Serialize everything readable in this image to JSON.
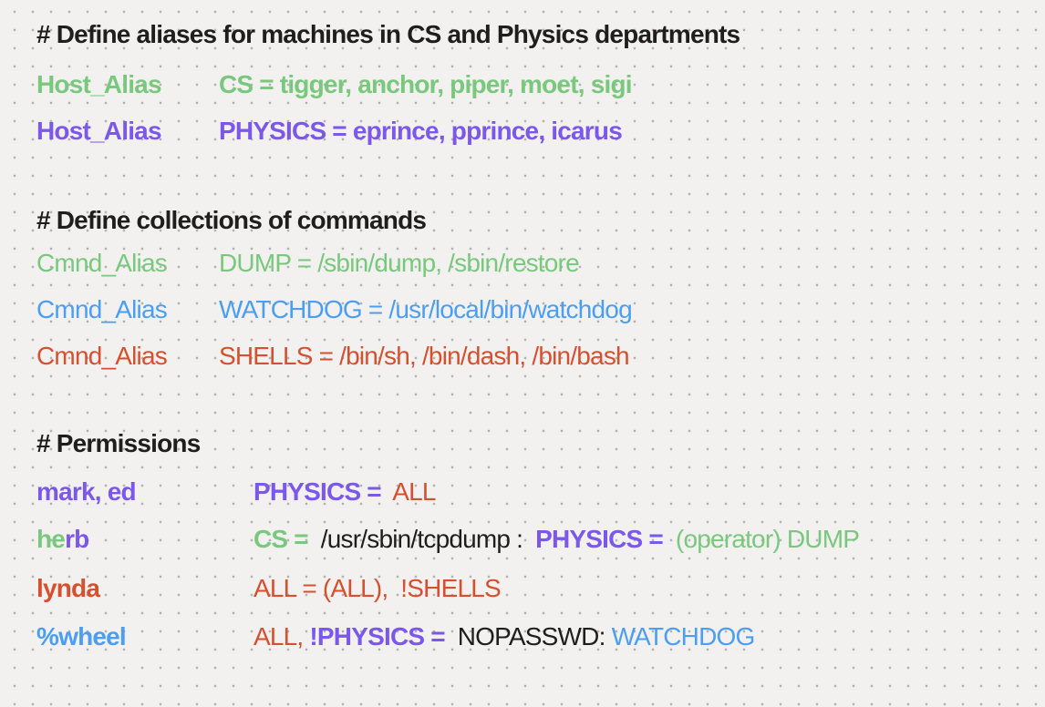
{
  "palette": {
    "black": "#1e1e1e",
    "green": "#79c87d",
    "purple": "#7b58e9",
    "blue": "#4b9ef2",
    "red": "#d5502f",
    "background": "#f2f1ef",
    "dot": "#b3b3b3"
  },
  "sections": {
    "host_aliases": {
      "comment": "# Define aliases for machines in CS and Physics departments",
      "rows": [
        {
          "label": "Host_Alias",
          "value": "CS = tigger, anchor, piper, moet, sigi",
          "color": "green"
        },
        {
          "label": "Host_Alias",
          "value": "PHYSICS = eprince, pprince, icarus",
          "color": "purple"
        }
      ]
    },
    "cmnd_aliases": {
      "comment": "# Define collections of commands",
      "rows": [
        {
          "label": "Cmnd_Alias",
          "value": "DUMP = /sbin/dump, /sbin/restore",
          "color": "green"
        },
        {
          "label": "Cmnd_Alias",
          "value": "WATCHDOG = /usr/local/bin/watchdog",
          "color": "blue"
        },
        {
          "label": "Cmnd_Alias",
          "value": "SHELLS = /bin/sh, /bin/dash, /bin/bash",
          "color": "red"
        }
      ]
    },
    "permissions": {
      "comment": "# Permissions",
      "rows": [
        {
          "label": [
            {
              "text": "mark, ed",
              "color": "purple"
            }
          ],
          "value": [
            {
              "text": "PHYSICS = ",
              "color": "purple"
            },
            {
              "text": " ALL",
              "color": "red"
            }
          ]
        },
        {
          "label": [
            {
              "text": "he",
              "color": "green"
            },
            {
              "text": "rb",
              "color": "purple"
            }
          ],
          "value": [
            {
              "text": "CS = ",
              "color": "green"
            },
            {
              "text": " /usr/sbin/tcpdump :  ",
              "color": "black"
            },
            {
              "text": "PHYSICS = ",
              "color": "purple"
            },
            {
              "text": " (operator) DUMP",
              "color": "green"
            }
          ]
        },
        {
          "label": [
            {
              "text": "lynda",
              "color": "red"
            }
          ],
          "value": [
            {
              "text": "ALL = (ALL),  !SHELLS",
              "color": "red"
            }
          ]
        },
        {
          "label": [
            {
              "text": "%wheel",
              "color": "blue"
            }
          ],
          "value": [
            {
              "text": "ALL, ",
              "color": "red"
            },
            {
              "text": "!PHYSICS = ",
              "color": "purple"
            },
            {
              "text": " NOPASSWD: ",
              "color": "black"
            },
            {
              "text": "WATCHDOG",
              "color": "blue"
            }
          ]
        }
      ]
    }
  }
}
